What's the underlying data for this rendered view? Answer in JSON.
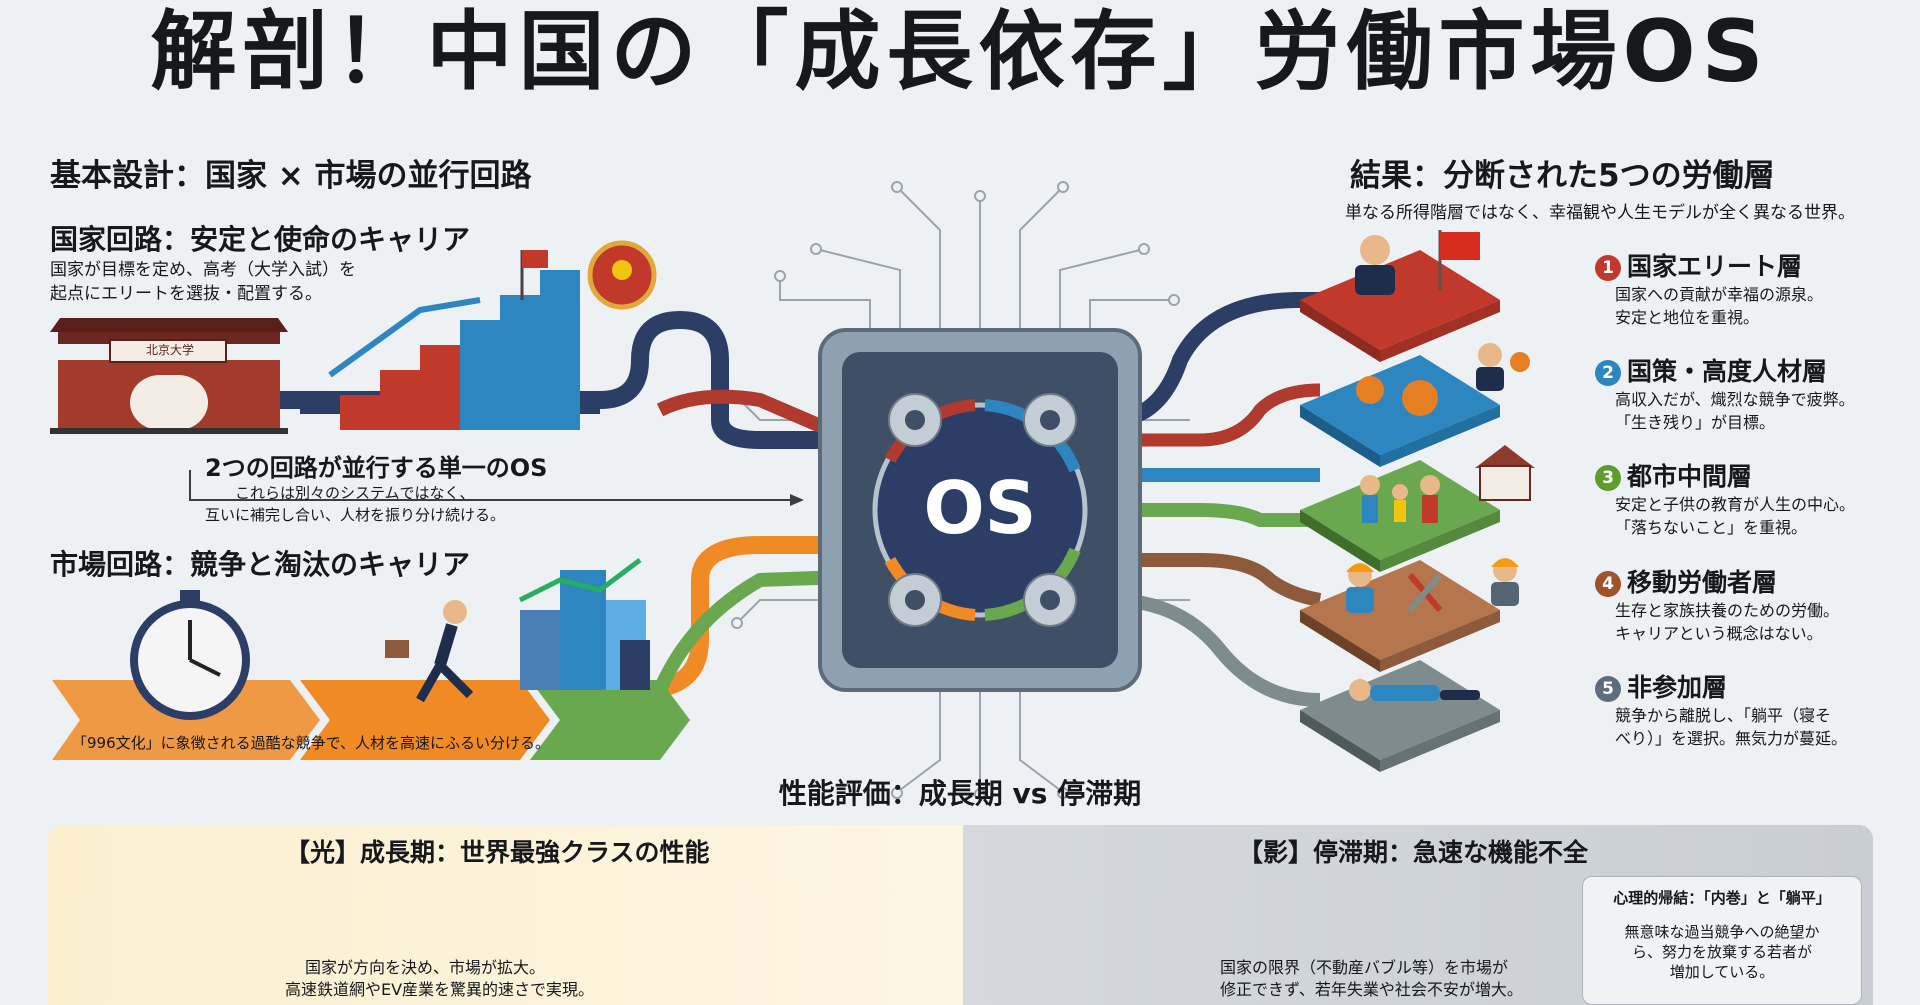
{
  "title": "解剖！中国の「成長依存」労働市場OS",
  "left": {
    "heading": "基本設計：国家 × 市場の並行回路",
    "state_circuit": {
      "title": "国家回路：安定と使命のキャリア",
      "desc_line1": "国家が目標を定め、高考（大学入試）を",
      "desc_line2": "起点にエリートを選抜・配置する。",
      "gate_sign": "北京大学"
    },
    "single_os": {
      "title": "2つの回路が並行する単一のOS",
      "desc_line1": "これらは別々のシステムではなく、",
      "desc_line2": "互いに補完し合い、人材を振り分け続ける。"
    },
    "market_circuit": {
      "title": "市場回路：競争と淘汰のキャリア",
      "desc": "「996文化」に象徴される過酷な競争で、人材を高速にふるい分ける。"
    }
  },
  "center": {
    "chip_label": "OS",
    "performance_heading": "性能評価：成長期 vs 停滞期"
  },
  "right": {
    "heading": "結果：分断された5つの労働層",
    "subheading": "単なる所得階層ではなく、幸福観や人生モデルが全く異なる世界。",
    "layers": [
      {
        "num": "1",
        "title": "国家エリート層",
        "desc_line1": "国家への貢献が幸福の源泉。",
        "desc_line2": "安定と地位を重視。",
        "color": "#c0392b"
      },
      {
        "num": "2",
        "title": "国策・高度人材層",
        "desc_line1": "高収入だが、熾烈な競争で疲弊。",
        "desc_line2": "「生き残り」が目標。",
        "color": "#2e86c1"
      },
      {
        "num": "3",
        "title": "都市中間層",
        "desc_line1": "安定と子供の教育が人生の中心。",
        "desc_line2": "「落ちないこと」を重視。",
        "color": "#5e9c2f"
      },
      {
        "num": "4",
        "title": "移動労働者層",
        "desc_line1": "生存と家族扶養のための労働。",
        "desc_line2": "キャリアという概念はない。",
        "color": "#a0522d"
      },
      {
        "num": "5",
        "title": "非参加層",
        "desc_line1": "競争から離脱し、「躺平（寝そ",
        "desc_line2": "べり）」を選択。無気力が蔓延。",
        "color": "#5d6d7e"
      }
    ]
  },
  "bottom": {
    "light": {
      "title": "【光】成長期：世界最強クラスの性能",
      "desc_line1": "国家が方向を決め、市場が拡大。",
      "desc_line2": "高速鉄道網やEV産業を驚異的速さで実現。"
    },
    "shadow": {
      "title": "【影】停滞期：急速な機能不全",
      "desc_line1": "国家の限界（不動産バブル等）を市場が",
      "desc_line2": "修正できず、若年失業や社会不安が増大。"
    },
    "psych": {
      "title": "心理的帰結：「内巻」と「躺平」",
      "desc_line1": "無意味な過当競争への絶望か",
      "desc_line2": "ら、努力を放棄する若者が",
      "desc_line3": "増加している。"
    }
  },
  "colors": {
    "state_red": "#b03a2e",
    "market_orange": "#f08a24",
    "navy": "#2c3e66",
    "blue": "#2e86c1",
    "green": "#6aa84f",
    "brown": "#8e5a3c",
    "gray": "#7f8c8d"
  }
}
